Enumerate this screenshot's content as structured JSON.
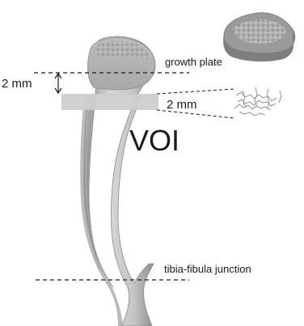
{
  "labels": {
    "growth_plate": "growth plate",
    "offset_dimension": "2 mm",
    "voi_height_dimension": "2 mm",
    "voi": "VOI",
    "tibia_fibula_junction": "tibia-fibula junction"
  },
  "colors": {
    "bone": "#c9c9c9",
    "bone_shadow": "#9a9a9a",
    "voi_box": "#cfcfcf",
    "line": "#1a1a1a"
  },
  "icons": {
    "bone": "tibia-bone-render",
    "top_render": "proximal-tibia-cross-section-render",
    "trabecular_render": "trabecular-bone-voi-render"
  }
}
